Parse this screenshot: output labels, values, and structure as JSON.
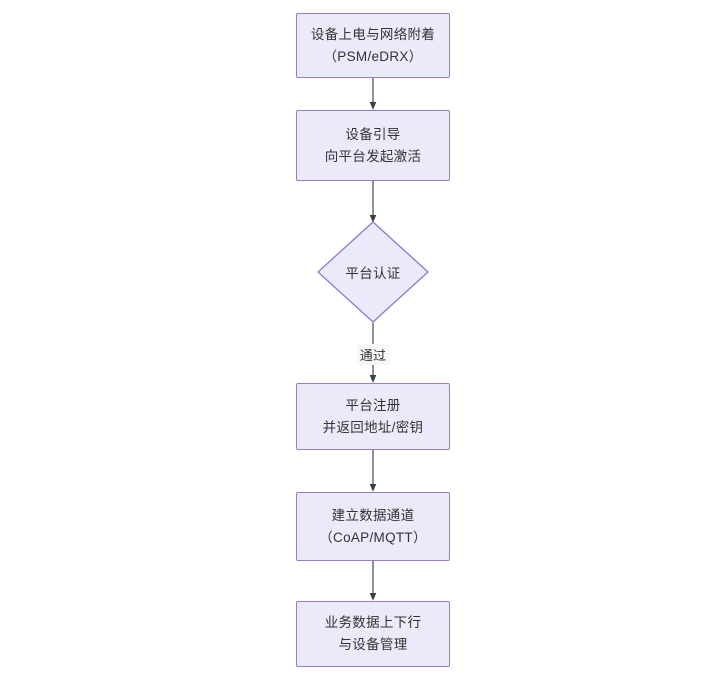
{
  "diagram": {
    "type": "flowchart",
    "orientation": "top-to-bottom",
    "background_color": "#ffffff",
    "node_fill_color": "#ebeafa",
    "node_border_color": "#9a7ad1",
    "text_color": "#333333",
    "connector_color": "#3d3d46",
    "nodes": [
      {
        "id": "n1",
        "shape": "rectangle",
        "line1": "设备上电与网络附着",
        "line2": "（PSM/eDRX）"
      },
      {
        "id": "n2",
        "shape": "rectangle",
        "line1": "设备引导",
        "line2": "向平台发起激活"
      },
      {
        "id": "n3",
        "shape": "diamond",
        "line1": "平台认证",
        "line2": ""
      },
      {
        "id": "n4",
        "shape": "rectangle",
        "line1": "平台注册",
        "line2": "并返回地址/密钥"
      },
      {
        "id": "n5",
        "shape": "rectangle",
        "line1": "建立数据通道",
        "line2": "（CoAP/MQTT）"
      },
      {
        "id": "n6",
        "shape": "rectangle",
        "line1": "业务数据上下行",
        "line2": "与设备管理"
      }
    ],
    "edges": [
      {
        "id": "e1",
        "from": "n1",
        "to": "n2",
        "label": ""
      },
      {
        "id": "e2",
        "from": "n2",
        "to": "n3",
        "label": ""
      },
      {
        "id": "e3",
        "from": "n3",
        "to": "n4",
        "label": "通过"
      },
      {
        "id": "e4",
        "from": "n4",
        "to": "n5",
        "label": ""
      },
      {
        "id": "e5",
        "from": "n5",
        "to": "n6",
        "label": ""
      }
    ]
  }
}
